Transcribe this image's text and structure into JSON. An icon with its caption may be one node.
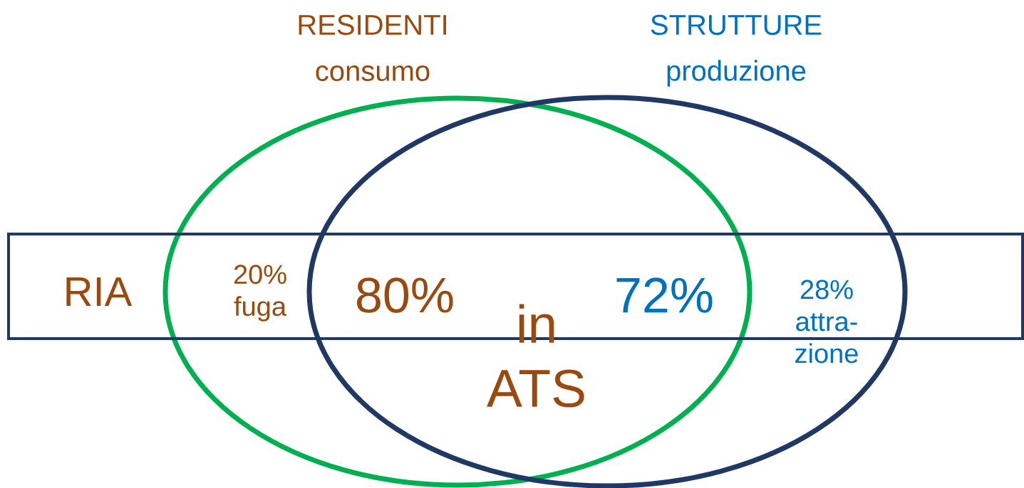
{
  "diagram": {
    "nodes": [
      {
        "text": [
          "RESIDENTI",
          "consumo"
        ]
      },
      {
        "text": [
          "STRUTTURE",
          "produzione"
        ]
      },
      {
        "text": [
          "RIA"
        ]
      }
    ],
    "labels": [
      "20% fuga",
      "80%",
      "in ATS",
      "72%",
      "28% attra- zione"
    ]
  }
}
